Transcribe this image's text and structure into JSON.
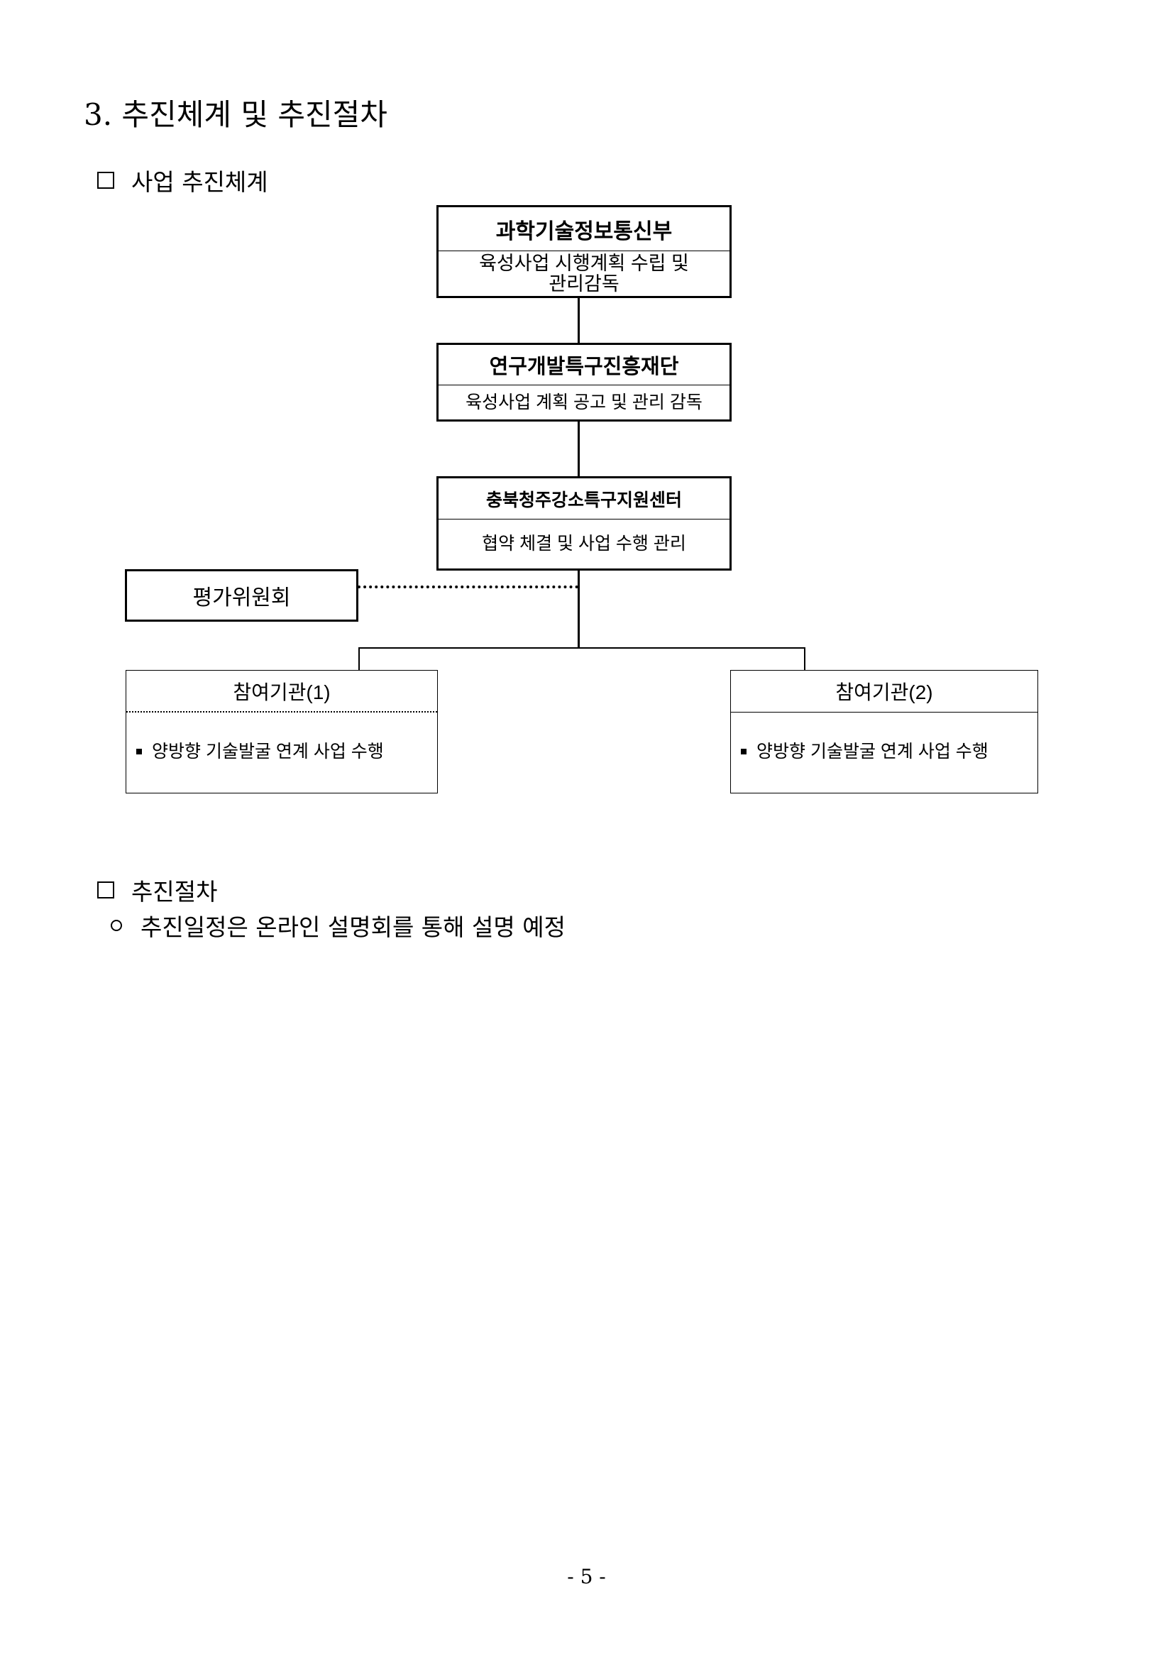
{
  "section_title": "3. 추진체계 및 추진절차",
  "sub1": {
    "label": "사업 추진체계"
  },
  "org": {
    "msit": {
      "name": "과학기술정보통신부",
      "role_line1": "육성사업 시행계획 수립 및",
      "role_line2": "관리감독"
    },
    "foundation": {
      "name": "연구개발특구진흥재단",
      "role": "육성사업 계획 공고 및 관리 감독"
    },
    "center": {
      "name": "충북청주강소특구지원센터",
      "role": "협약 체결 및 사업 수행 관리"
    },
    "committee": {
      "name": "평가위원회"
    },
    "partner1": {
      "name": "참여기관(1)",
      "task": "양방향 기술발굴 연계 사업 수행"
    },
    "partner2": {
      "name": "참여기관(2)",
      "task": "양방향 기술발굴 연계 사업 수행"
    }
  },
  "sub2": {
    "label": "추진절차",
    "item": "추진일정은 온라인 설명회를 통해 설명 예정"
  },
  "page_number": "- 5 -"
}
